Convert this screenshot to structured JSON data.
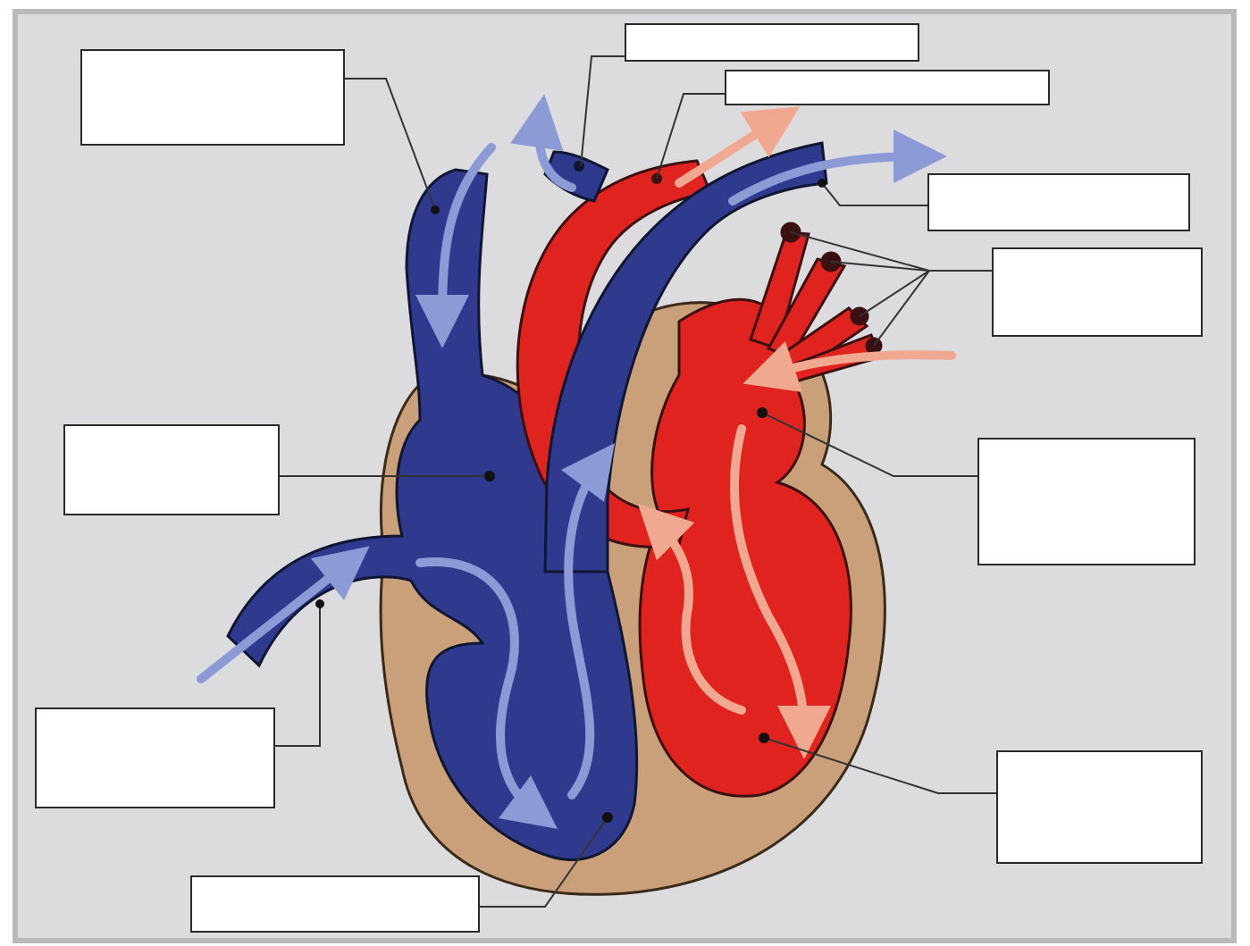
{
  "diagram": {
    "colors": {
      "background": "#dcdcdf",
      "deoxygenated": "#2f3a8f",
      "oxygenated": "#e0231e",
      "muscle_wall": "#c9a07a",
      "deoxygenated_flow": "#8c9bd6",
      "oxygenated_flow": "#f0a890",
      "leader_line": "#333333"
    },
    "labels": [
      {
        "id": "label-superior-vena-cava",
        "text": ""
      },
      {
        "id": "label-right-atrium",
        "text": ""
      },
      {
        "id": "label-inferior-vena-cava",
        "text": ""
      },
      {
        "id": "label-right-ventricle",
        "text": ""
      },
      {
        "id": "label-pulmonary-artery",
        "text": ""
      },
      {
        "id": "label-aorta",
        "text": ""
      },
      {
        "id": "label-pulmonary-artery-branch",
        "text": ""
      },
      {
        "id": "label-pulmonary-veins",
        "text": ""
      },
      {
        "id": "label-left-atrium",
        "text": ""
      },
      {
        "id": "label-left-ventricle",
        "text": ""
      }
    ]
  }
}
